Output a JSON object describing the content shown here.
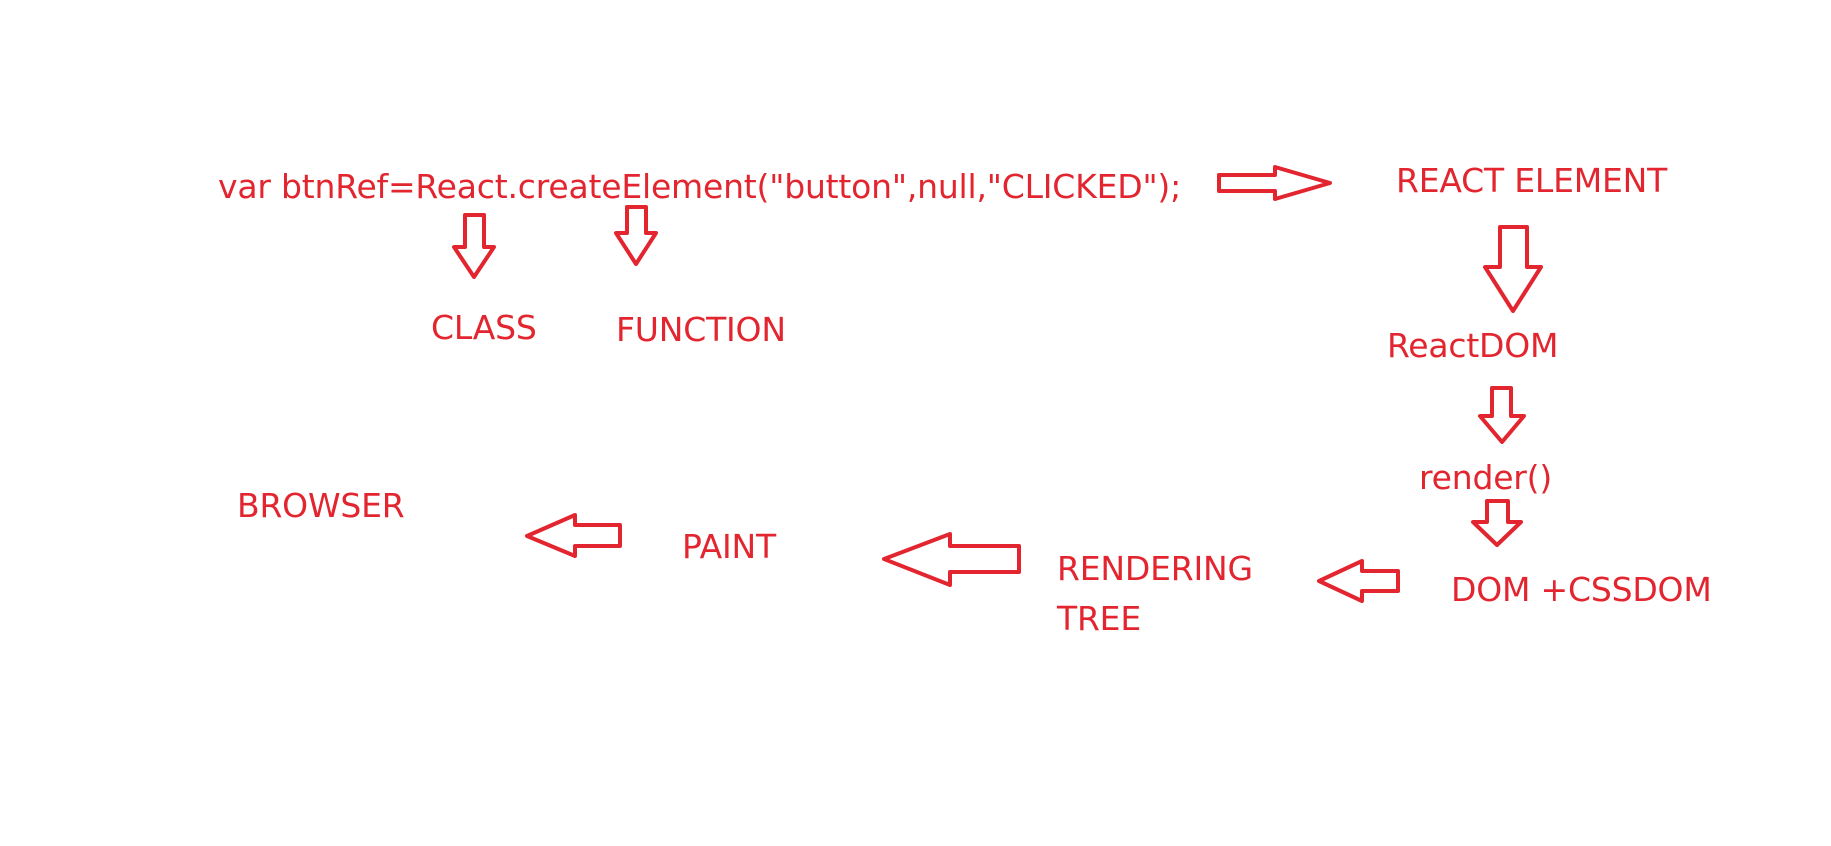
{
  "diagram": {
    "color": "#e2252f",
    "code_line": "var btnRef=React.createElement(\"button\",null,\"CLICKED\");",
    "nodes": {
      "class_label": "CLASS",
      "function_label": "FUNCTION",
      "react_element": "REACT ELEMENT",
      "react_dom": "ReactDOM",
      "render": "render()",
      "dom_cssdom": "DOM +CSSDOM",
      "rendering_tree_line1": "RENDERING",
      "rendering_tree_line2": "TREE",
      "paint": "PAINT",
      "browser": "BROWSER"
    },
    "arrows": [
      {
        "name": "arrow-code-to-class",
        "direction": "down"
      },
      {
        "name": "arrow-code-to-function",
        "direction": "down"
      },
      {
        "name": "arrow-code-to-react-element",
        "direction": "right"
      },
      {
        "name": "arrow-react-element-to-reactdom",
        "direction": "down"
      },
      {
        "name": "arrow-reactdom-to-render",
        "direction": "down"
      },
      {
        "name": "arrow-render-to-dom",
        "direction": "down"
      },
      {
        "name": "arrow-dom-to-rendering-tree",
        "direction": "left"
      },
      {
        "name": "arrow-rendering-tree-to-paint",
        "direction": "left"
      },
      {
        "name": "arrow-paint-to-browser",
        "direction": "left"
      }
    ]
  }
}
